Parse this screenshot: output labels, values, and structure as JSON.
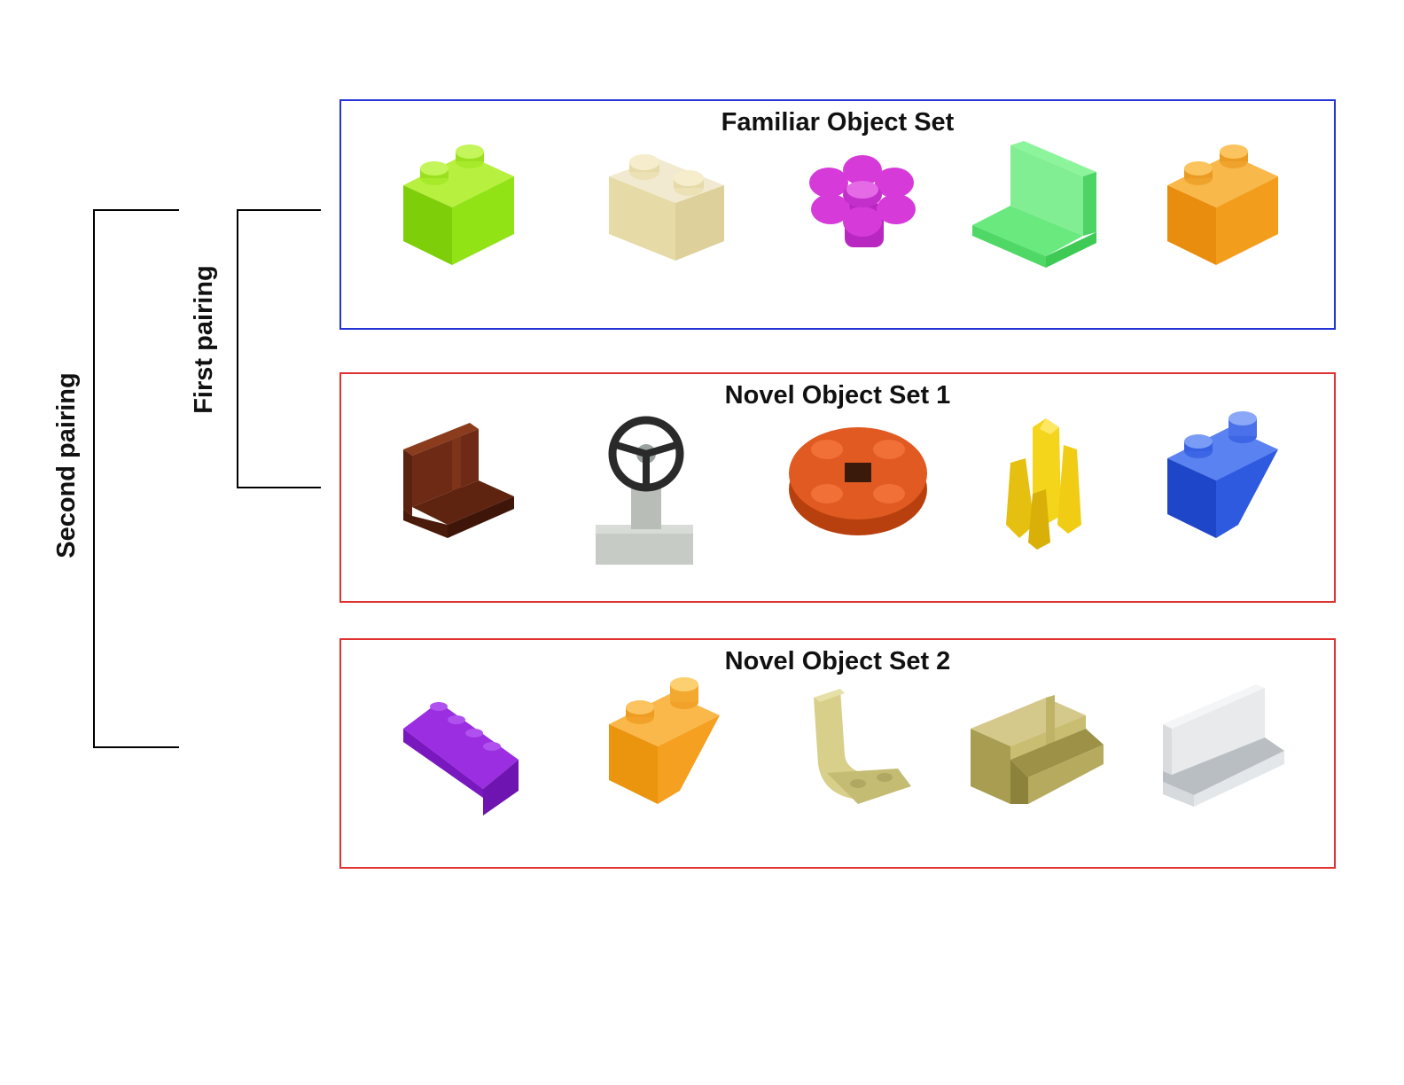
{
  "pairings": {
    "first_label": "First pairing",
    "second_label": "Second pairing"
  },
  "sets": [
    {
      "title": "Familiar Object Set",
      "border_color": "#2433d6",
      "objects": [
        {
          "icon": "lime-2x1-brick-icon",
          "color": "#8ee611"
        },
        {
          "icon": "tan-2x1-brick-icon",
          "color": "#ece2b2"
        },
        {
          "icon": "magenta-flower-icon",
          "color": "#d63ad8"
        },
        {
          "icon": "green-transparent-panel-icon",
          "color": "#5cf07a"
        },
        {
          "icon": "orange-2x1-brick-icon",
          "color": "#f2a020"
        }
      ]
    },
    {
      "title": "Novel Object Set 1",
      "border_color": "#e03030",
      "objects": [
        {
          "icon": "brown-corner-panel-icon",
          "color": "#6a2a12"
        },
        {
          "icon": "steering-wheel-icon",
          "color": "#3a3a3a"
        },
        {
          "icon": "orange-round-plate-icon",
          "color": "#d9531e"
        },
        {
          "icon": "yellow-crystal-icon",
          "color": "#f5d51c"
        },
        {
          "icon": "blue-inverted-slope-icon",
          "color": "#2a58e0"
        }
      ]
    },
    {
      "title": "Novel Object Set 2",
      "border_color": "#e03030",
      "objects": [
        {
          "icon": "purple-slope-icon",
          "color": "#9a2ee0"
        },
        {
          "icon": "orange-inverted-slope-icon",
          "color": "#f5a020"
        },
        {
          "icon": "tan-seat-icon",
          "color": "#d7cf8a"
        },
        {
          "icon": "olive-corner-panel-icon",
          "color": "#c8bd70"
        },
        {
          "icon": "white-panel-icon",
          "color": "#e8eaec"
        }
      ]
    }
  ]
}
